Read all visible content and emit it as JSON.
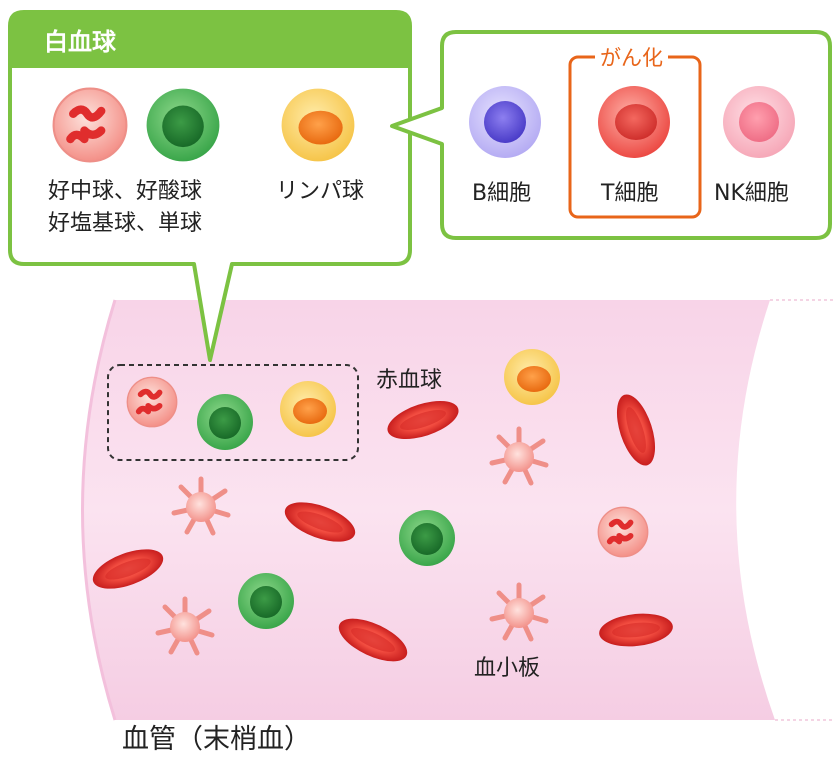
{
  "wbc_box": {
    "title": "白血球",
    "granulocytes_label_line1": "好中球、好酸球",
    "granulocytes_label_line2": "好塩基球、単球",
    "lymphocyte_label": "リンパ球"
  },
  "lymph_box": {
    "b_cell": "B細胞",
    "t_cell": "T細胞",
    "nk_cell": "NK細胞",
    "cancer_label": "がん化"
  },
  "vessel": {
    "rbc_label": "赤血球",
    "platelet_label": "血小板",
    "caption": "血管（末梢血）"
  },
  "colors": {
    "green_border": "#7cc242",
    "cancer_orange": "#e8651a",
    "vessel_pink": "#f6c6e0",
    "rbc_red": "#e02a2a",
    "neutrophil_pink": "#f59a96",
    "monocyte_green": "#3aa64a",
    "lymphocyte_orange": "#f58a1f",
    "b_cell_purple": "#7b6be3",
    "t_cell_red": "#e8453f",
    "nk_cell_pink": "#f58aa0"
  }
}
